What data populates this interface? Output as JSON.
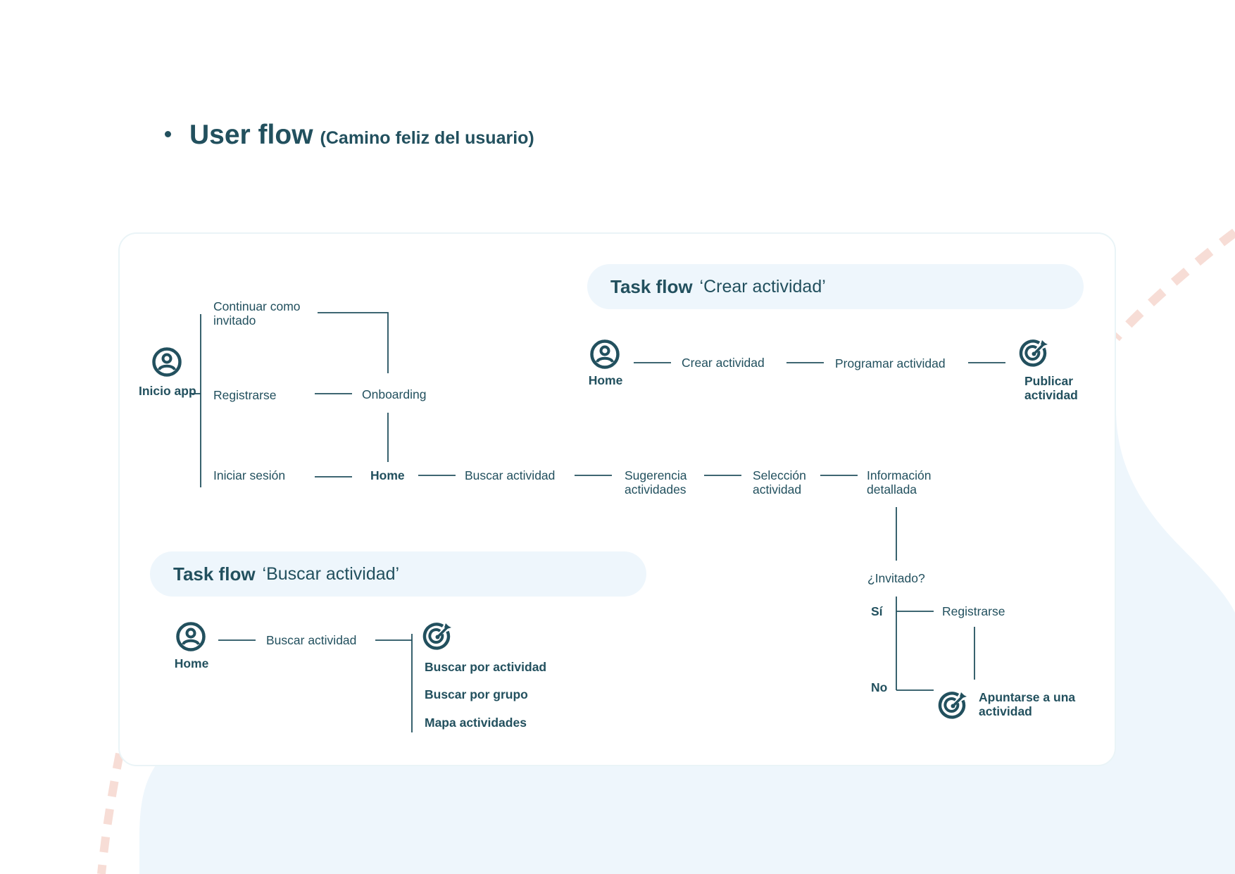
{
  "header": {
    "title": "User flow",
    "subtitle": "(Camino feliz del usuario)"
  },
  "colors": {
    "primary": "#22505e",
    "pill_background": "#eef6fc",
    "decor_blob": "#eef6fc",
    "decor_dashes": "#f7ddd6"
  },
  "main_flow": {
    "start_label": "Inicio app",
    "continue_as_guest": "Continuar como invitado",
    "register": "Registrarse",
    "login": "Iniciar sesión",
    "onboarding": "Onboarding",
    "home": "Home",
    "search_activity": "Buscar actividad",
    "suggestions": "Sugerencia actividades",
    "selection": "Selección actividad",
    "details": "Información detallada",
    "guest_question": "¿Invitado?",
    "yes": "Sí",
    "no": "No",
    "register_again": "Registrarse",
    "goal": "Apuntarse a una actividad"
  },
  "task_create": {
    "title_bold": "Task flow",
    "title_name": "‘Crear actividad’",
    "home": "Home",
    "step1": "Crear actividad",
    "step2": "Programar actividad",
    "goal": "Publicar actividad"
  },
  "task_search": {
    "title_bold": "Task flow",
    "title_name": "‘Buscar actividad’",
    "home": "Home",
    "step1": "Buscar actividad",
    "options": [
      "Buscar por actividad",
      "Buscar por grupo",
      "Mapa actividades"
    ]
  },
  "icons": {
    "user": "user-circle-icon",
    "target": "target-goal-icon"
  }
}
